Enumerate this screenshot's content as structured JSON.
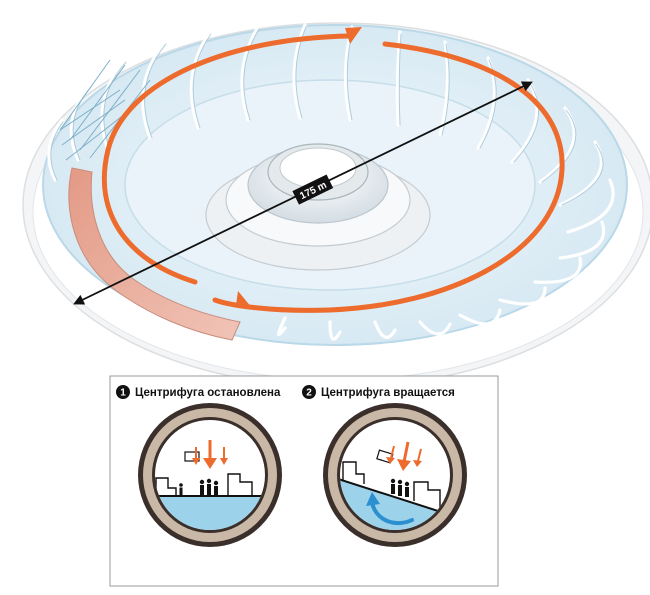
{
  "dimension": {
    "label": "175 m"
  },
  "panel1": {
    "number": "1",
    "caption": "Центрифуга остановлена"
  },
  "panel2": {
    "number": "2",
    "caption": "Центрифуга вращается"
  },
  "colors": {
    "accent_orange": "#ec6b2d",
    "water_blue": "#9dd3ea",
    "ring_tan": "#c9b8a6",
    "ring_dark": "#3a2f2b",
    "torus_light": "#eef7fc",
    "pink_section": "#e9b2a4"
  }
}
